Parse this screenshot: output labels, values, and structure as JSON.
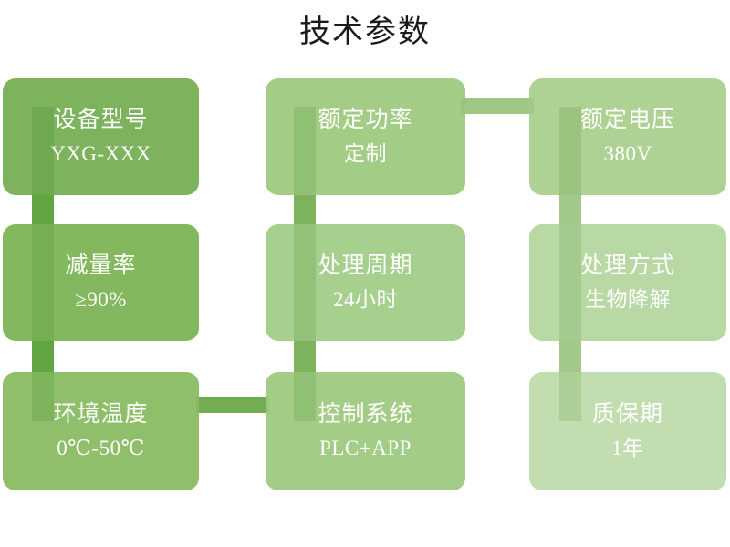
{
  "header": {
    "title": "技术参数"
  },
  "diagram": {
    "type": "spec-grid",
    "columns": 3,
    "rows": 3,
    "cards": [
      {
        "id": "model",
        "label": "设备型号",
        "value": "YXG-XXX",
        "color": "#7cb35c",
        "row": 1,
        "col": 1
      },
      {
        "id": "rated-power",
        "label": "额定功率",
        "value": "定制",
        "color": "#a3cd86",
        "row": 1,
        "col": 2
      },
      {
        "id": "rated-voltage",
        "label": "额定电压",
        "value": "380V",
        "color": "#aed194",
        "row": 1,
        "col": 3
      },
      {
        "id": "reduction",
        "label": "减量率",
        "value": "≥90%",
        "color": "#84b85f",
        "row": 2,
        "col": 1
      },
      {
        "id": "cycle",
        "label": "处理周期",
        "value": "24小时",
        "color": "#a7cf8d",
        "row": 2,
        "col": 2
      },
      {
        "id": "method",
        "label": "处理方式",
        "value": "生物降解",
        "color": "#b9d9a4",
        "row": 2,
        "col": 3
      },
      {
        "id": "temperature",
        "label": "环境温度",
        "value": "0℃-50℃",
        "color": "#8fbf6a",
        "row": 3,
        "col": 1
      },
      {
        "id": "control",
        "label": "控制系统",
        "value": "PLC+APP",
        "color": "#a3cd86",
        "row": 3,
        "col": 2
      },
      {
        "id": "warranty",
        "label": "质保期",
        "value": "1年",
        "color": "#c2deb0",
        "row": 3,
        "col": 3
      }
    ],
    "connectors": [
      {
        "id": "col1-v",
        "orientation": "vertical",
        "color": "#6aab4a"
      },
      {
        "id": "col2-v",
        "orientation": "vertical",
        "color": "#8cbd6c"
      },
      {
        "id": "col3-v",
        "orientation": "vertical",
        "color": "#b6d7a0"
      },
      {
        "id": "row1-h",
        "orientation": "horizontal",
        "color": "#a7cf8d"
      },
      {
        "id": "row3-h",
        "orientation": "horizontal",
        "color": "#79b257"
      }
    ]
  }
}
